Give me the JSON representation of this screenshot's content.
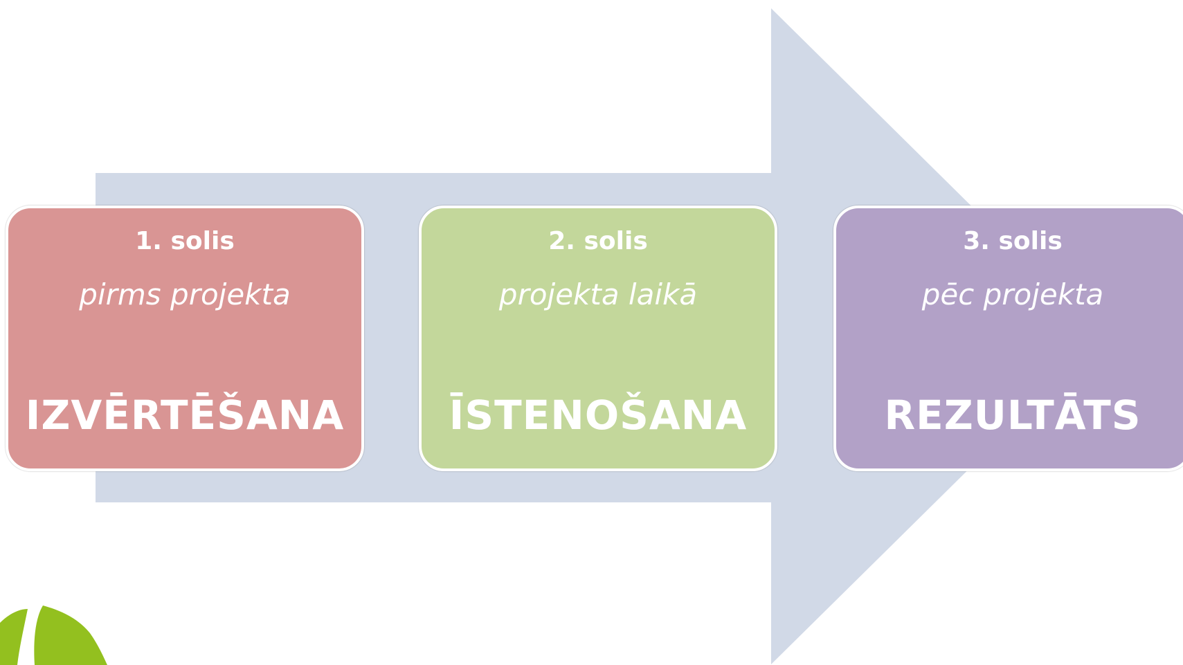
{
  "colors": {
    "arrow": "#d1d9e7",
    "step1": "#d99594",
    "step2": "#c3d79b",
    "step3": "#b2a1c7",
    "leaf": "#93c01f",
    "text": "#ffffff"
  },
  "steps": [
    {
      "number": "1. solis",
      "subtitle": "pirms projekta",
      "title": "IZVĒRTĒŠANA"
    },
    {
      "number": "2. solis",
      "subtitle": "projekta laikā",
      "title": "ĪSTENOŠANA"
    },
    {
      "number": "3. solis",
      "subtitle": "pēc projekta",
      "title": "REZULTĀTS"
    }
  ],
  "decorations": {
    "arrow_icon": "process-arrow",
    "corner_icon": "green-leaf"
  }
}
